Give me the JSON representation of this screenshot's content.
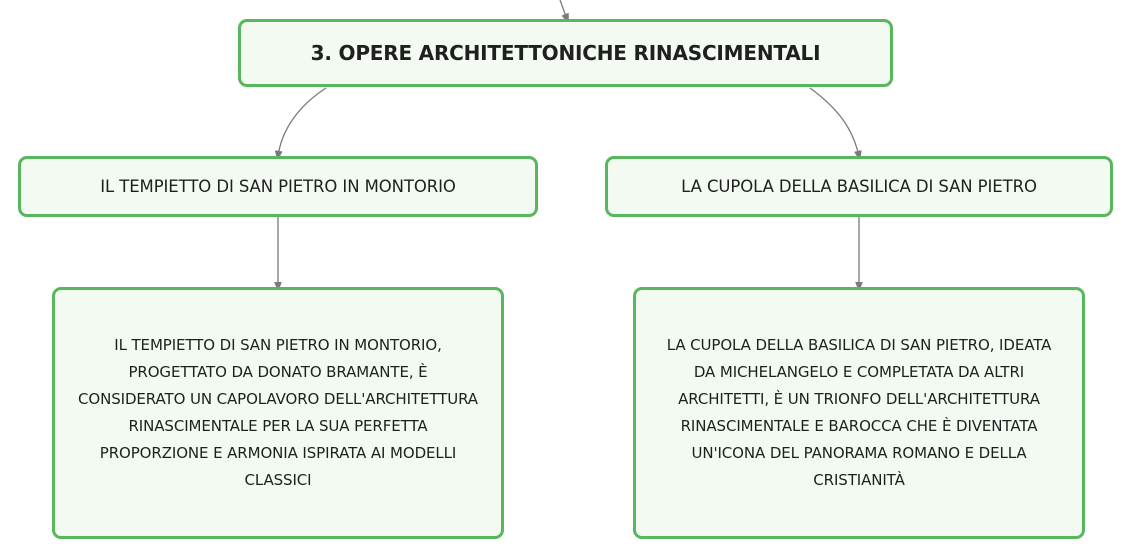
{
  "diagram": {
    "root": {
      "label": "3. OPERE ARCHITETTONICHE RINASCIMENTALI"
    },
    "branches": [
      {
        "topic": "IL TEMPIETTO DI SAN PIETRO IN MONTORIO",
        "description": "IL TEMPIETTO DI SAN PIETRO IN MONTORIO, PROGETTATO DA DONATO BRAMANTE, È CONSIDERATO UN CAPOLAVORO DELL'ARCHITETTURA RINASCIMENTALE PER LA SUA PERFETTA PROPORZIONE E ARMONIA ISPIRATA AI MODELLI CLASSICI"
      },
      {
        "topic": "LA CUPOLA DELLA BASILICA DI SAN PIETRO",
        "description": "LA CUPOLA DELLA BASILICA DI SAN PIETRO, IDEATA DA MICHELANGELO E COMPLETATA DA ALTRI ARCHITETTI, È UN TRIONFO DELL'ARCHITETTURA RINASCIMENTALE E BAROCCA CHE È DIVENTATA UN'ICONA DEL PANORAMA ROMANO E DELLA CRISTIANITÀ"
      }
    ],
    "colors": {
      "node_border": "#58b65d",
      "node_fill": "#f3faf2",
      "connector": "#7a7a7a",
      "text": "#1f1f1f"
    }
  }
}
